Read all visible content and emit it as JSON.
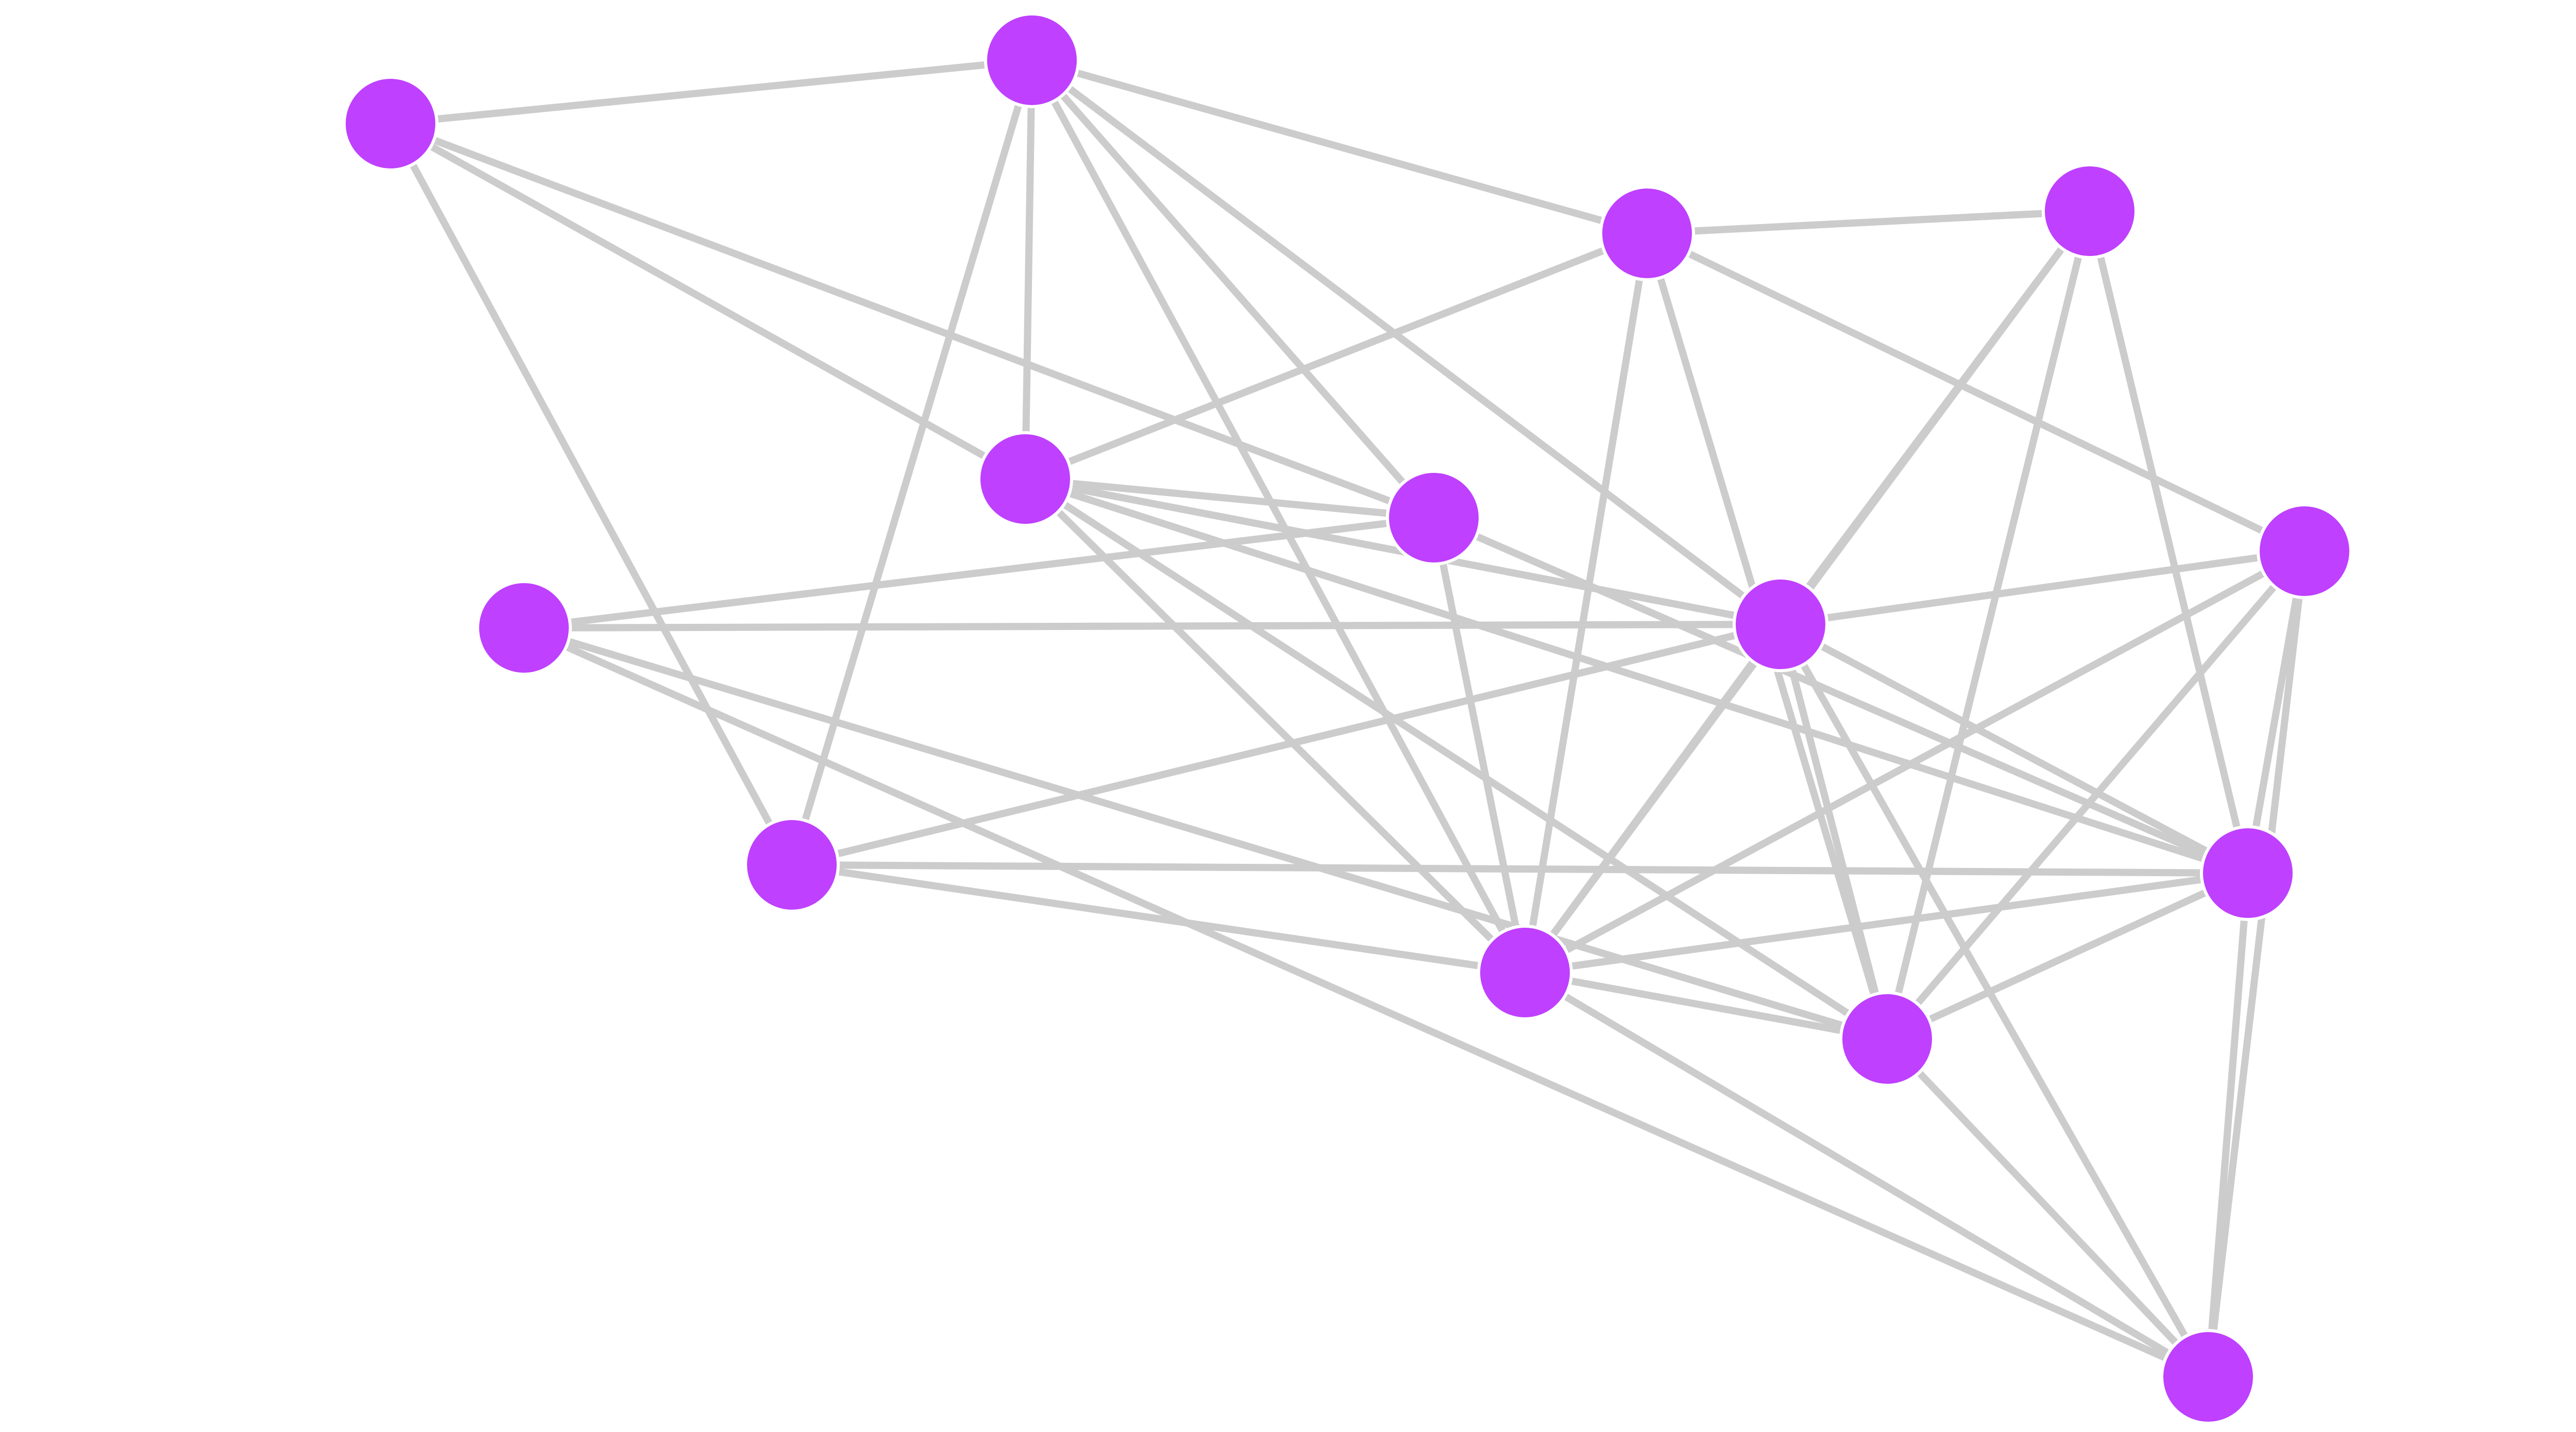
{
  "diagram": {
    "type": "network-graph",
    "node_color": "#bf40ff",
    "edge_color": "#cccccc",
    "background_color": "#ffffff",
    "nodes": [
      {
        "id": "n0"
      },
      {
        "id": "n1"
      },
      {
        "id": "n2"
      },
      {
        "id": "n3"
      },
      {
        "id": "n4"
      },
      {
        "id": "n5"
      },
      {
        "id": "n6"
      },
      {
        "id": "n7"
      },
      {
        "id": "n8"
      },
      {
        "id": "n9"
      },
      {
        "id": "n10"
      },
      {
        "id": "n11"
      },
      {
        "id": "n12"
      },
      {
        "id": "n13"
      }
    ],
    "edges": [
      [
        "n0",
        "n1"
      ],
      [
        "n0",
        "n5"
      ],
      [
        "n0",
        "n6"
      ],
      [
        "n0",
        "n7"
      ],
      [
        "n1",
        "n2"
      ],
      [
        "n1",
        "n5"
      ],
      [
        "n1",
        "n6"
      ],
      [
        "n1",
        "n7"
      ],
      [
        "n1",
        "n8"
      ],
      [
        "n1",
        "n9"
      ],
      [
        "n2",
        "n3"
      ],
      [
        "n2",
        "n5"
      ],
      [
        "n2",
        "n9"
      ],
      [
        "n2",
        "n10"
      ],
      [
        "n2",
        "n12"
      ],
      [
        "n3",
        "n8"
      ],
      [
        "n3",
        "n9"
      ],
      [
        "n3",
        "n11"
      ],
      [
        "n3",
        "n12"
      ],
      [
        "n4",
        "n7"
      ],
      [
        "n4",
        "n8"
      ],
      [
        "n4",
        "n12"
      ],
      [
        "n4",
        "n13"
      ],
      [
        "n5",
        "n7"
      ],
      [
        "n5",
        "n8"
      ],
      [
        "n5",
        "n9"
      ],
      [
        "n5",
        "n11"
      ],
      [
        "n5",
        "n12"
      ],
      [
        "n6",
        "n8"
      ],
      [
        "n6",
        "n9"
      ],
      [
        "n6",
        "n11"
      ],
      [
        "n7",
        "n9"
      ],
      [
        "n7",
        "n11"
      ],
      [
        "n8",
        "n9"
      ],
      [
        "n8",
        "n10"
      ],
      [
        "n8",
        "n11"
      ],
      [
        "n8",
        "n12"
      ],
      [
        "n8",
        "n13"
      ],
      [
        "n9",
        "n11"
      ],
      [
        "n9",
        "n12"
      ],
      [
        "n9",
        "n13"
      ],
      [
        "n9",
        "n10"
      ],
      [
        "n10",
        "n11"
      ],
      [
        "n10",
        "n12"
      ],
      [
        "n10",
        "n13"
      ],
      [
        "n11",
        "n12"
      ],
      [
        "n11",
        "n13"
      ],
      [
        "n12",
        "n13"
      ]
    ]
  }
}
